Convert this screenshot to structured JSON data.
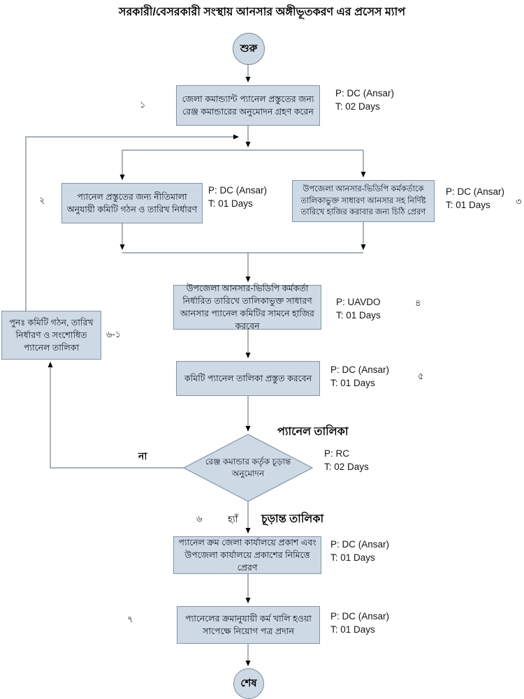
{
  "title": "সরকারী/বেসরকারী সংস্থায় আনসার অঙ্গীভূতকরণ এর প্রসেস ম্যাপ",
  "start": {
    "label": "শুরু"
  },
  "end": {
    "label": "শেষ"
  },
  "steps": {
    "s1": {
      "num": "১",
      "text": "জেলা কমান্ড্যান্ট প্যানেল প্রস্তুতের জন্য রেঞ্জ কমান্ডারের অনুমোদন গ্রহণ করেন",
      "p": "P: DC (Ansar)",
      "t": "T: 02 Days"
    },
    "s2": {
      "num": "২",
      "text": "প্যানেল প্রস্তুতের জন্য নীতিমালা অনুযায়ী কমিটি গঠন ও তারিখ নির্ধারণ",
      "p": "P: DC (Ansar)",
      "t": "T: 01 Days"
    },
    "s3": {
      "num": "৩",
      "text": "উপজেলা আনসার-ভিডিপি কর্মকর্তাকে তালিকাভুক্ত সাধারণ আনসার সহ নির্দিষ্ট তারিখে হাজির করাবার জন্য চিঠি প্রেরণ",
      "p": "P: DC (Ansar)",
      "t": "T: 01 Days"
    },
    "s4": {
      "num": "৪",
      "text": "উপজেলা আনসার-ভিডিপি কর্মকর্তা নির্ধারিত তারিখে তালিকাভুক্ত সাধারণ আনসার প্যানেল কমিটির সামনে হাজির করবেন",
      "p": "P: UAVDO",
      "t": "T: 01 Days"
    },
    "s5": {
      "num": "৫",
      "text": "কমিটি প্যানেল তালিকা প্রস্তুত করবেন",
      "p": "P: DC (Ansar)",
      "t": "T: 01 Days"
    },
    "s6": {
      "text": "প্যানেল ক্রম জেলা কার্যালয়ে প্রকাশ এবং উপজেলা কার্যালয়ে প্রকাশের নিমিত্তে প্রেরণ",
      "p": "P: DC (Ansar)",
      "t": "T: 01 Days"
    },
    "s7": {
      "num": "৭",
      "text": "প্যানেলের ক্রমানুযায়ী কর্ম খালি হওয়া সাপেক্ষে নিয়োগ পত্র প্রদান",
      "p": "P: DC (Ansar)",
      "t": "T: 01 Days"
    },
    "s6_1": {
      "num": "৬-১",
      "text": "পুনঃ  কমিটি গঠন, তারিখ নির্ধারণ ও সংশোধিত প্যানেল তালিকা"
    }
  },
  "decision": {
    "num": "৬",
    "text": "রেঞ্জ কমান্ডার কর্তৃক চূড়ান্ত অনুমোদন",
    "p": "P: RC",
    "t": "T: 02 Days",
    "yes": "হ্যাঁ",
    "no": "না",
    "input_label": "প্যানেল তালিকা",
    "output_label": "চূড়ান্ত তালিকা"
  },
  "colors": {
    "node_fill": "#cdd9e5",
    "node_border": "#8494a3",
    "line": "#72828f",
    "arrow": "#000000"
  }
}
